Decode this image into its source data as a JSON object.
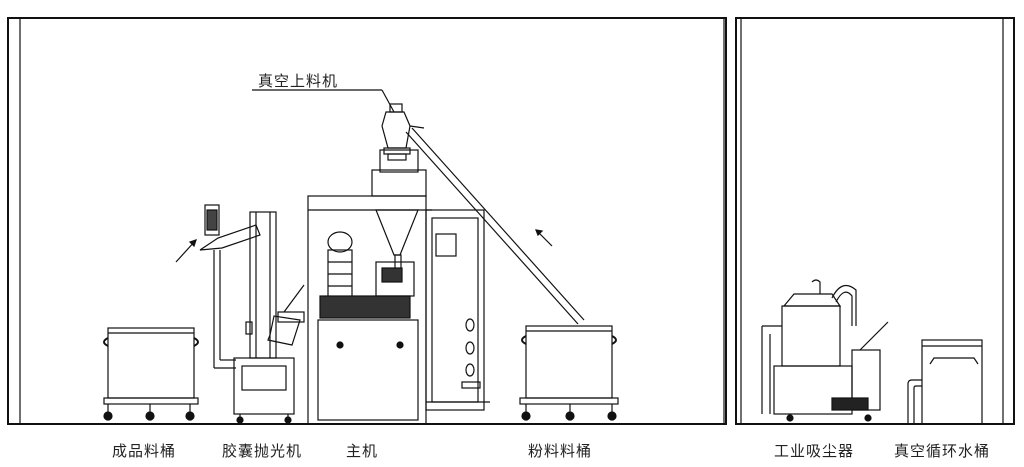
{
  "callouts": {
    "vacuum_feeder": "真空上料机"
  },
  "labels": {
    "finished_bin": "成品料桶",
    "capsule_polisher": "胶囊抛光机",
    "main_machine": "主机",
    "powder_bin": "粉料料桶",
    "industrial_vacuum": "工业吸尘器",
    "vacuum_water_tank": "真空循环水桶"
  }
}
